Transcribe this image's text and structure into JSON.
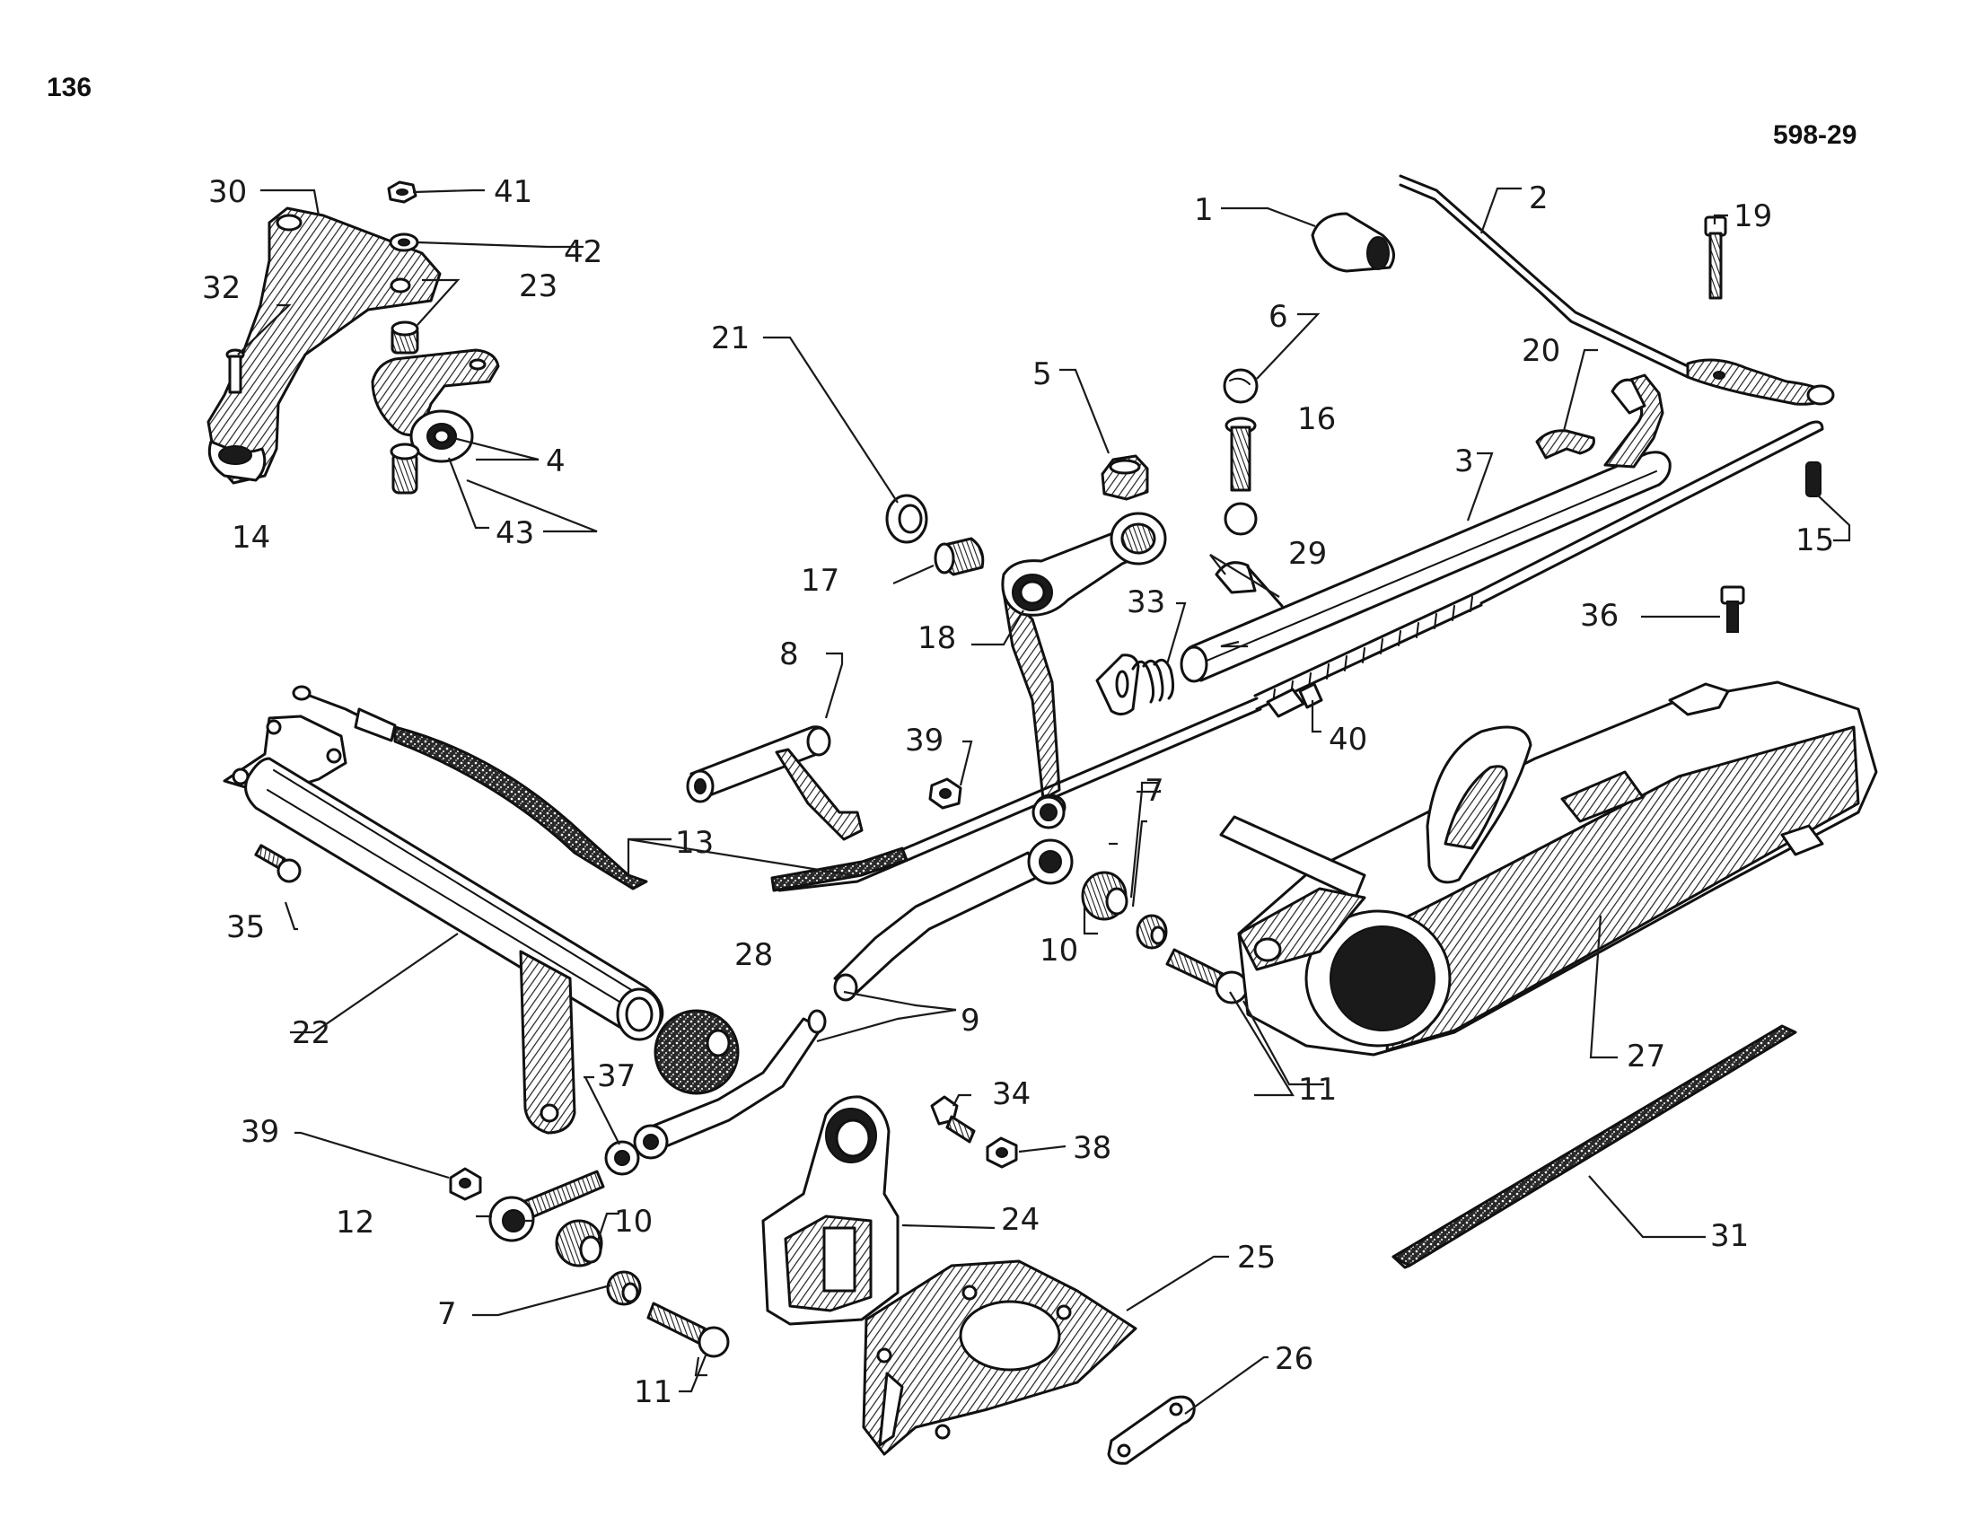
{
  "page": {
    "page_number": "136",
    "figure_code": "598-29"
  },
  "callouts": [
    "1",
    "2",
    "3",
    "4",
    "5",
    "6",
    "7",
    "8",
    "9",
    "10",
    "11",
    "12",
    "13",
    "14",
    "15",
    "16",
    "17",
    "18",
    "19",
    "20",
    "21",
    "22",
    "23",
    "24",
    "25",
    "26",
    "27",
    "28",
    "29",
    "30",
    "31",
    "32",
    "33",
    "34",
    "35",
    "36",
    "37",
    "38",
    "39",
    "40",
    "41",
    "42",
    "43"
  ],
  "callouts_extra": [
    "7",
    "10",
    "11",
    "39"
  ],
  "colors": {
    "ink": "#111111",
    "paper": "#ffffff"
  }
}
